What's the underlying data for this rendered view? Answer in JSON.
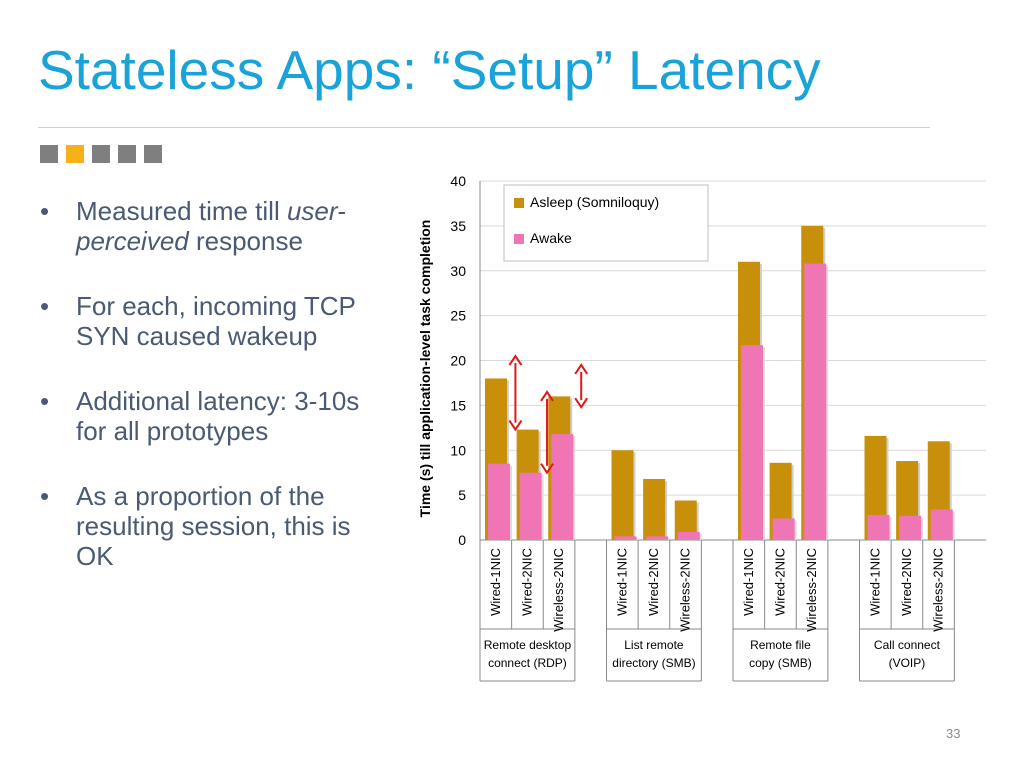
{
  "slide": {
    "title": "Stateless Apps:  “Setup” Latency",
    "page_number": "33",
    "progress": {
      "total": 5,
      "active_index": 1
    },
    "bullets": [
      {
        "pre": "Measured time till ",
        "em": "user-perceived",
        "post": " response"
      },
      {
        "pre": "For each, incoming TCP SYN caused wakeup",
        "em": "",
        "post": ""
      },
      {
        "pre": "Additional latency: 3-10s for all prototypes",
        "em": "",
        "post": ""
      },
      {
        "pre": "As a proportion of the resulting session, this is OK",
        "em": "",
        "post": ""
      }
    ]
  },
  "colors": {
    "title": "#1aa3d9",
    "asleep": "#c8900a",
    "awake": "#f075b5",
    "arrow": "#e01818",
    "accent_square": "#f5b01a"
  },
  "chart_data": {
    "type": "bar",
    "ylabel": "Time (s) till application-level task completion",
    "ylim": [
      0,
      40
    ],
    "yticks": [
      "0",
      "5",
      "10",
      "15",
      "20",
      "25",
      "30",
      "35",
      "40"
    ],
    "grid": true,
    "legend_position": "top-left",
    "groups": [
      {
        "label": [
          "Remote desktop",
          "connect (RDP)"
        ],
        "categories": [
          "Wired-1NIC",
          "Wired-2NIC",
          "Wireless-2NIC"
        ]
      },
      {
        "label": [
          "List remote",
          "directory (SMB)"
        ],
        "categories": [
          "Wired-1NIC",
          "Wired-2NIC",
          "Wireless-2NIC"
        ]
      },
      {
        "label": [
          "Remote file",
          "copy (SMB)"
        ],
        "categories": [
          "Wired-1NIC",
          "Wired-2NIC",
          "Wireless-2NIC"
        ]
      },
      {
        "label": [
          "Call connect",
          "(VOIP)"
        ],
        "categories": [
          "Wired-1NIC",
          "Wired-2NIC",
          "Wireless-2NIC"
        ]
      }
    ],
    "series": [
      {
        "name": "Asleep (Somniloquy)",
        "color": "#c8900a",
        "values": [
          18,
          12.3,
          16,
          10,
          6.8,
          4.4,
          31,
          8.6,
          35,
          11.6,
          8.8,
          11
        ]
      },
      {
        "name": "Awake",
        "color": "#f075b5",
        "values": [
          8.5,
          7.5,
          11.8,
          0.4,
          0.4,
          0.9,
          21.7,
          2.4,
          30.8,
          2.8,
          2.7,
          3.4
        ]
      }
    ],
    "annotations": [
      {
        "type": "double-arrow",
        "color": "#e01818",
        "x_slot": 1.12,
        "from": 12.3,
        "to": 20.5
      },
      {
        "type": "double-arrow",
        "color": "#e01818",
        "x_slot": 2.12,
        "from": 7.5,
        "to": 16.5
      },
      {
        "type": "double-arrow",
        "color": "#e01818",
        "x_slot": 3.2,
        "from": 14.8,
        "to": 19.5
      }
    ]
  }
}
